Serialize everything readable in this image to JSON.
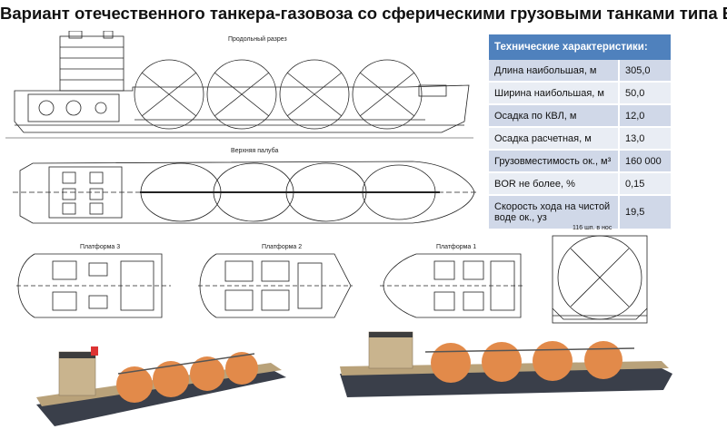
{
  "title": "Вариант отечественного танкера-газовоза со сферическими грузовыми танками типа В",
  "drawings": {
    "profile_label": "Продольный разрез",
    "deck_label": "Верхняя палуба",
    "platform3_label": "Платформа 3",
    "platform2_label": "Платформа 2",
    "platform1_label": "Платформа 1",
    "section_label": "116 шп. в нос"
  },
  "specs": {
    "header": "Технические характеристики:",
    "rows": [
      {
        "label": "Длина наибольшая, м",
        "value": "305,0"
      },
      {
        "label": "Ширина наибольшая, м",
        "value": "50,0"
      },
      {
        "label": "Осадка по КВЛ, м",
        "value": "12,0"
      },
      {
        "label": "Осадка расчетная, м",
        "value": "13,0"
      },
      {
        "label": "Грузовместимость ок., м³",
        "value": "160 000"
      },
      {
        "label": "BOR не более, %",
        "value": "0,15"
      },
      {
        "label": "Скорость хода на чистой воде ок., уз",
        "value": "19,5"
      }
    ]
  },
  "colors": {
    "hull": "#3a3f4a",
    "deck": "#b9a27a",
    "tank": "#e28a4a",
    "superstructure": "#c9b48e",
    "header_bg": "#4f81bd"
  }
}
